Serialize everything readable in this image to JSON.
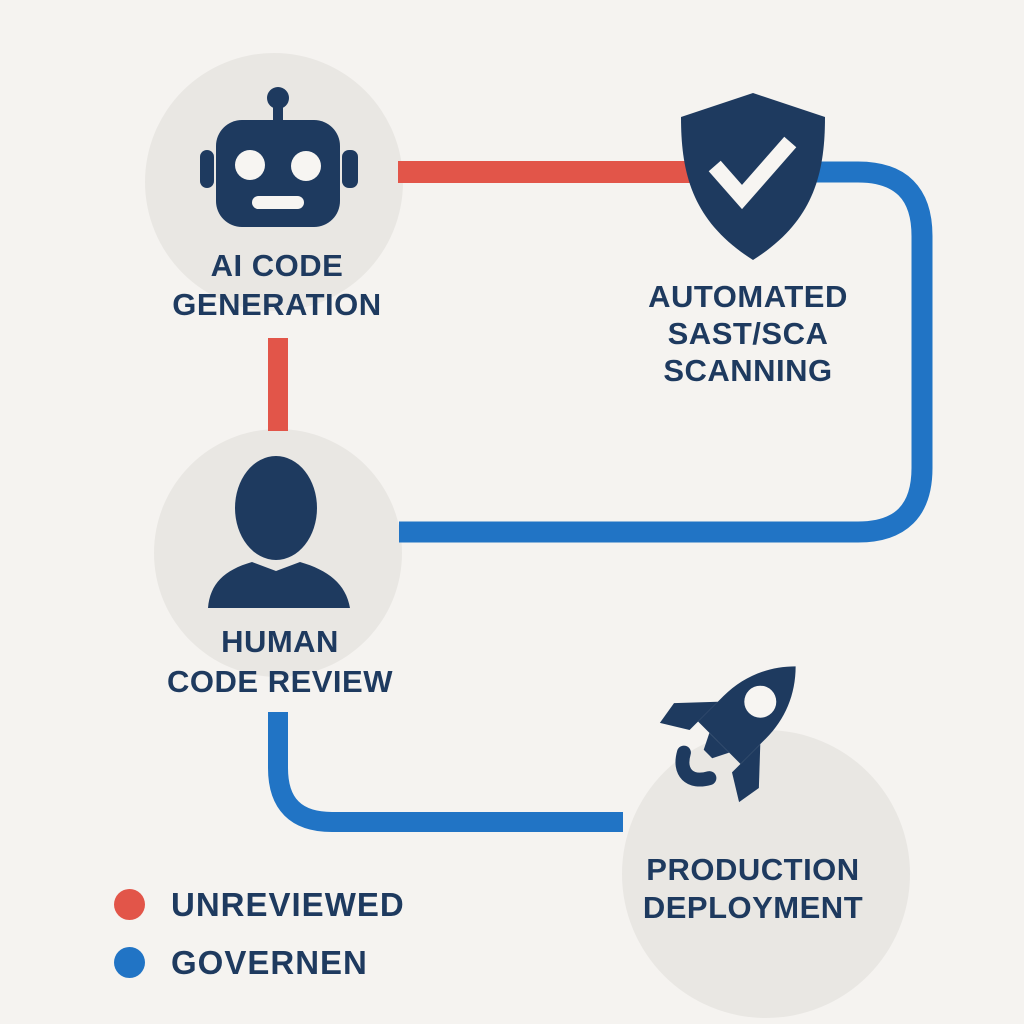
{
  "diagram": {
    "nodes": [
      {
        "id": "ai-code-generation",
        "icon": "robot-icon",
        "lines": [
          "AI CODE",
          "GENERATION"
        ]
      },
      {
        "id": "automated-scanning",
        "icon": "shield-check-icon",
        "lines": [
          "AUTOMATED",
          "SAST/SCA",
          "SCANNING"
        ]
      },
      {
        "id": "human-code-review",
        "icon": "person-icon",
        "lines": [
          "HUMAN",
          "CODE REVIEW"
        ]
      },
      {
        "id": "production-deployment",
        "icon": "rocket-icon",
        "lines": [
          "PRODUCTION",
          "DEPLOYMENT"
        ]
      }
    ],
    "edges": [
      {
        "from": "ai-code-generation",
        "to": "automated-scanning",
        "status": "unreviewed"
      },
      {
        "from": "ai-code-generation",
        "to": "human-code-review",
        "status": "unreviewed"
      },
      {
        "from": "automated-scanning",
        "to": "human-code-review",
        "status": "governed"
      },
      {
        "from": "human-code-review",
        "to": "production-deployment",
        "status": "governed"
      }
    ]
  },
  "legend": {
    "items": [
      {
        "id": "unreviewed",
        "label": "UNREVIEWED",
        "color": "#E25549"
      },
      {
        "id": "governed",
        "label": "GOVERNEN",
        "color": "#2174C5"
      }
    ]
  },
  "palette": {
    "background": "#F5F3F0",
    "node_circle": "#E9E7E3",
    "icon_navy": "#1E3A5F",
    "text_navy": "#1E3A5F",
    "icon_cutout": "#F7F5F2",
    "unreviewed_red": "#E25549",
    "governed_blue": "#2174C5"
  }
}
